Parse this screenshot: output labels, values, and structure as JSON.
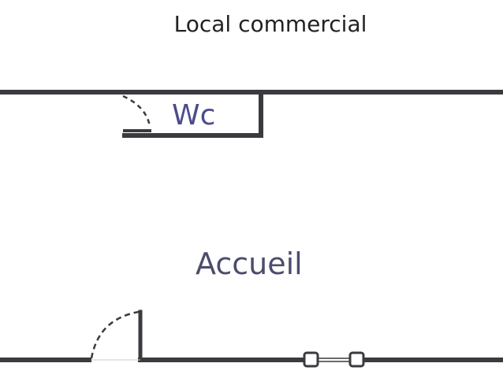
{
  "plan": {
    "title": "Local commercial",
    "rooms": [
      {
        "label": "Wc"
      },
      {
        "label": "Accueil"
      }
    ]
  },
  "colors": {
    "wall": "#3a3a3f",
    "wc_label": "#4b4b8c",
    "room_label": "#4c4c6e"
  }
}
